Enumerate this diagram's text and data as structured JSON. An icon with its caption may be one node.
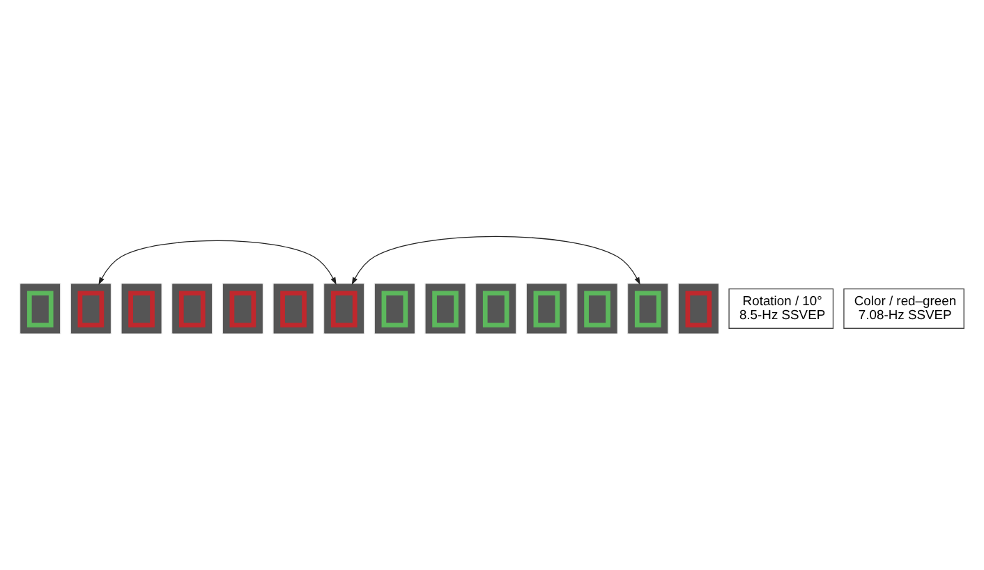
{
  "diagram": {
    "nodes": [
      {
        "text": [],
        "shape": "box"
      },
      {
        "text": [],
        "shape": "box"
      },
      {
        "text": [],
        "shape": "box"
      },
      {
        "text": [],
        "shape": "box"
      },
      {
        "text": [],
        "shape": "box"
      },
      {
        "text": [],
        "shape": "box"
      },
      {
        "text": [],
        "shape": "box"
      },
      {
        "text": [],
        "shape": "box"
      },
      {
        "text": [],
        "shape": "box"
      },
      {
        "text": [],
        "shape": "box"
      },
      {
        "text": [],
        "shape": "box"
      },
      {
        "text": [],
        "shape": "box"
      },
      {
        "text": [],
        "shape": "box"
      },
      {
        "text": [],
        "shape": "box"
      },
      {
        "text": [
          "Rotation / 10°",
          "8.5-Hz SSVEP"
        ]
      },
      {
        "text": [
          "Color / red–green",
          "7.08-Hz SSVEP"
        ]
      }
    ],
    "edges": [
      {
        "from": 1,
        "to": 6,
        "arrow": "both"
      },
      {
        "from": 6,
        "to": 12,
        "arrow": "both"
      }
    ]
  }
}
